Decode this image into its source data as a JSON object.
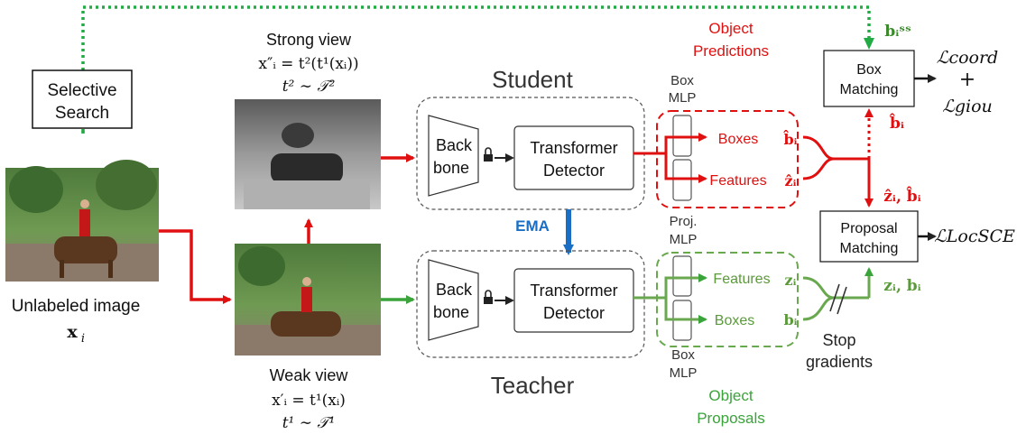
{
  "selective_search": {
    "line1": "Selective",
    "line2": "Search"
  },
  "unlabeled": {
    "label": "Unlabeled image",
    "math": "x",
    "sub": "i"
  },
  "strong_view": {
    "title": "Strong view",
    "eq": "x″ᵢ = t²(t¹(xᵢ))",
    "dist": "t² ∼ 𝒯²"
  },
  "weak_view": {
    "title": "Weak view",
    "eq": "x′ᵢ = t¹(xᵢ)",
    "dist": "t¹ ∼ 𝒯¹"
  },
  "student": {
    "label": "Student",
    "backbone1": "Back",
    "backbone2": "bone",
    "det1": "Transformer",
    "det2": "Detector"
  },
  "teacher": {
    "label": "Teacher",
    "backbone1": "Back",
    "backbone2": "bone",
    "det1": "Transformer",
    "det2": "Detector"
  },
  "ema": "EMA",
  "object_predictions": {
    "line1": "Object",
    "line2": "Predictions"
  },
  "object_proposals": {
    "line1": "Object",
    "line2": "Proposals"
  },
  "box_mlp_top": {
    "line1": "Box",
    "line2": "MLP"
  },
  "proj_mlp": {
    "line1": "Proj.",
    "line2": "MLP"
  },
  "box_mlp_bottom": {
    "line1": "Box",
    "line2": "MLP"
  },
  "pred_boxes": "Boxes",
  "pred_features": "Features",
  "prop_features": "Features",
  "prop_boxes": "Boxes",
  "b_hat": "b̂ᵢ",
  "z_hat": "ẑᵢ",
  "z_i": "zᵢ",
  "b_i": "bᵢ",
  "b_hat_right": "b̂ᵢ",
  "zb_hat": "ẑᵢ, b̂ᵢ",
  "zb": "zᵢ, bᵢ",
  "b_ss": "bᵢˢˢ",
  "box_matching": {
    "line1": "Box",
    "line2": "Matching"
  },
  "proposal_matching": {
    "line1": "Proposal",
    "line2": "Matching"
  },
  "loss_coord": "ℒcoord",
  "plus": "+",
  "loss_giou": "ℒgiou",
  "loss_locsce": "ℒLocSCE",
  "stop_gradients": {
    "line1": "Stop",
    "line2": "gradients"
  },
  "colors": {
    "red": "#e01010",
    "green": "#3aa33a",
    "dark_green": "#5a9a3a",
    "blue": "#1a6fc4",
    "dotted_green": "#22aa44"
  }
}
